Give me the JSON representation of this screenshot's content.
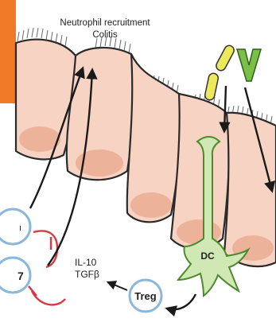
{
  "title_line1": "Neutrophil recruitment",
  "title_line2": "Colitis",
  "cell_labels": {
    "dc": "DC",
    "treg": "Treg",
    "left_cell_bottom": "7",
    "left_cell_top": "ı"
  },
  "cytokines": {
    "line1": "IL-10",
    "line2": "TGFβ"
  },
  "colors": {
    "accent_bar": "#f07a28",
    "epithelium": "#f6d3c2",
    "epithelium_outline": "#2a2a2a",
    "nucleus": "#ecb39a",
    "dc_fill": "#cfe8b4",
    "dc_outline": "#4d8a2c",
    "microbe_yellow": "#ecea5a",
    "microbe_green": "#7ac047",
    "inhibit_red": "#d8383f",
    "arrow": "#1a1a1a",
    "cell_blue": "#9fc9e6"
  }
}
